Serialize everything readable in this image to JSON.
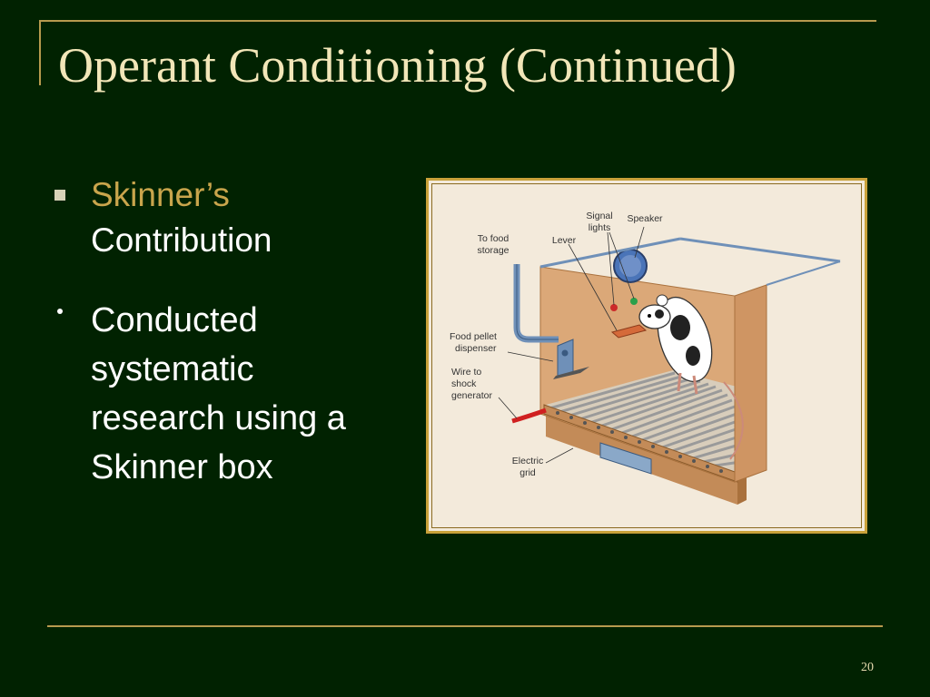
{
  "slide": {
    "title": "Operant Conditioning (Continued)",
    "page_number": "20"
  },
  "bullets": {
    "b1_line1": "Skinner’s",
    "b1_line2": "Contribution",
    "b2_lines": [
      "Conducted",
      "systematic",
      "research using a",
      "Skinner box"
    ]
  },
  "diagram": {
    "labels": {
      "to_food_1": "To food",
      "to_food_2": "storage",
      "lever": "Lever",
      "signal_1": "Signal",
      "signal_2": "lights",
      "speaker": "Speaker",
      "food_pellet_1": "Food pellet",
      "food_pellet_2": "dispenser",
      "wire_1": "Wire to",
      "wire_2": "shock",
      "wire_3": "generator",
      "grid_1": "Electric",
      "grid_2": "grid"
    },
    "colors": {
      "wood": "#dba878",
      "wood_dark": "#a9713d",
      "pipe": "#6f90b8",
      "wire": "#d02020",
      "grid_bar": "#b8b8b8"
    }
  }
}
